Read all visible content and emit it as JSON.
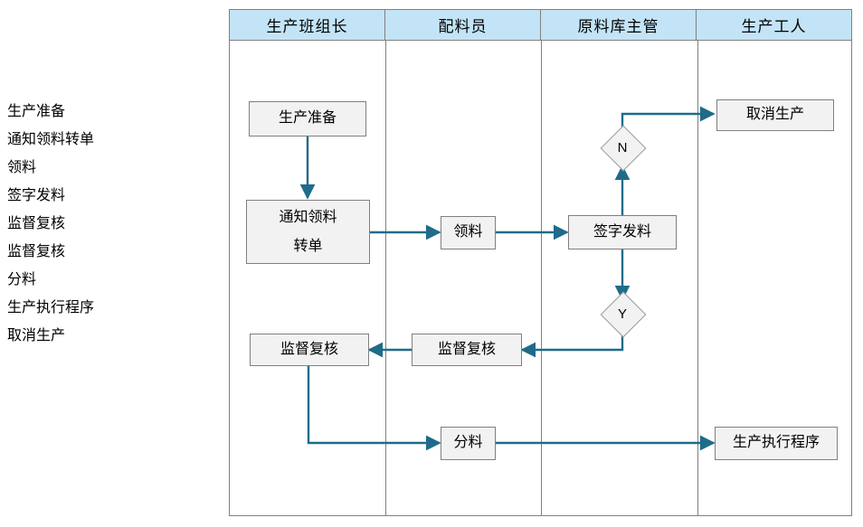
{
  "step_list": {
    "items": [
      "生产准备",
      "通知领料转单",
      "领料",
      "签字发料",
      "监督复核",
      "监督复核",
      "分料",
      "生产执行程序",
      "取消生产"
    ]
  },
  "swimlane": {
    "lanes": [
      {
        "title": "生产班组长"
      },
      {
        "title": "配料员"
      },
      {
        "title": "原料库主管"
      },
      {
        "title": "生产工人"
      }
    ]
  },
  "nodes": {
    "prepare": "生产准备",
    "notify": "通知领料\n转单",
    "notify_line1": "通知领料",
    "notify_line2": "转单",
    "pick": "领料",
    "sign_issue": "签字发料",
    "cancel": "取消生产",
    "review_right": "监督复核",
    "review_left": "监督复核",
    "split": "分料",
    "execute": "生产执行程序"
  },
  "decisions": {
    "no": "N",
    "yes": "Y"
  },
  "colors": {
    "header_bg": "#c3e4f6",
    "node_bg": "#f2f2f2",
    "node_border": "#7f7f7f",
    "connector": "#1f6b8a",
    "frame_border": "#808080"
  }
}
